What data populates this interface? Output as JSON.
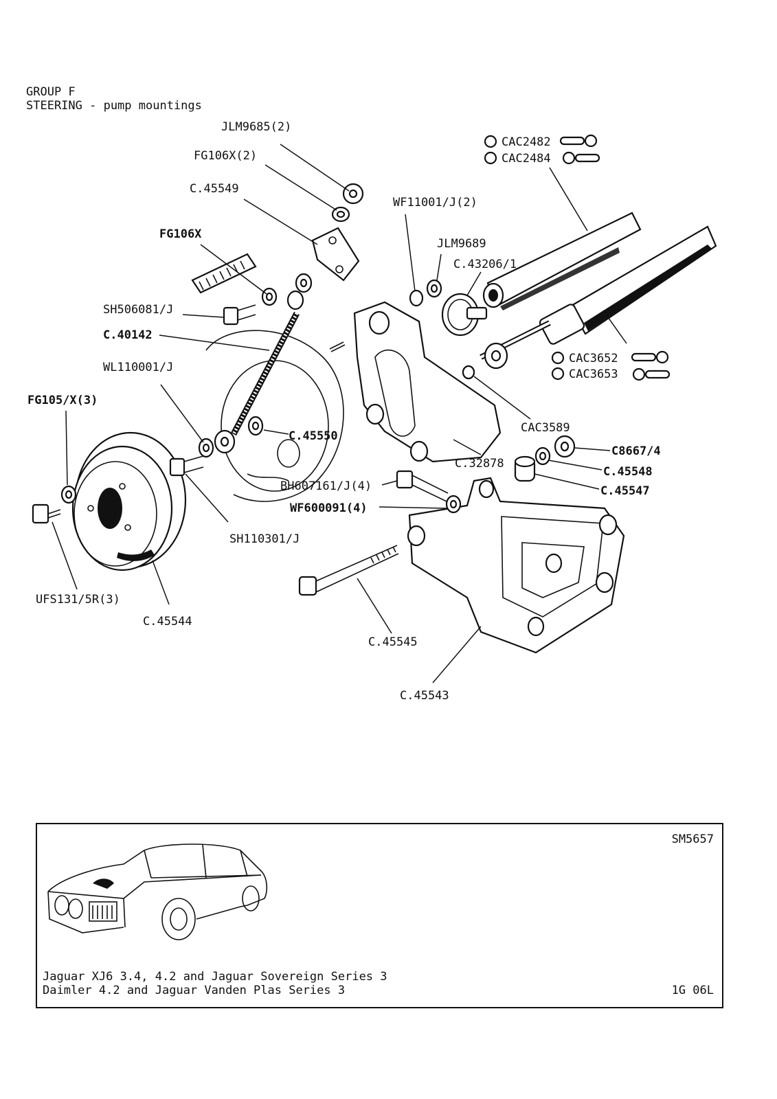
{
  "header": {
    "group": "GROUP F",
    "title": "STEERING - pump mountings"
  },
  "parts": [
    {
      "id": "p1",
      "label": "JLM9685(2)"
    },
    {
      "id": "p2",
      "label": "FG106X(2)"
    },
    {
      "id": "p3",
      "label": "C.45549"
    },
    {
      "id": "p4",
      "label": "FG106X"
    },
    {
      "id": "p5",
      "label": "SH506081/J"
    },
    {
      "id": "p6",
      "label": "C.40142"
    },
    {
      "id": "p7",
      "label": "WL110001/J"
    },
    {
      "id": "p8",
      "label": "FG105/X(3)"
    },
    {
      "id": "p9",
      "label": "C.45550"
    },
    {
      "id": "p10",
      "label": "UFS131/5R(3)"
    },
    {
      "id": "p11",
      "label": "C.45544"
    },
    {
      "id": "p12",
      "label": "SH110301/J"
    },
    {
      "id": "p13",
      "label": "BH607161/J(4)"
    },
    {
      "id": "p14",
      "label": "WF600091(4)"
    },
    {
      "id": "p15",
      "label": "C.45545"
    },
    {
      "id": "p16",
      "label": "C.45543"
    },
    {
      "id": "p17",
      "label": "C.32878"
    },
    {
      "id": "p18",
      "label": "CAC3589"
    },
    {
      "id": "p19",
      "label": "C8667/4"
    },
    {
      "id": "p20",
      "label": "C.45548"
    },
    {
      "id": "p21",
      "label": "C.45547"
    },
    {
      "id": "p22",
      "label": "WF11001/J(2)"
    },
    {
      "id": "p23",
      "label": "JLM9689"
    },
    {
      "id": "p24",
      "label": "C.43206/1"
    },
    {
      "id": "p25",
      "label": "CAC2482"
    },
    {
      "id": "p26",
      "label": "CAC2484"
    },
    {
      "id": "p27",
      "label": "CAC3652"
    },
    {
      "id": "p28",
      "label": "CAC3653"
    }
  ],
  "footer": {
    "ref": "SM5657",
    "line1": "Jaguar XJ6 3.4, 4.2 and Jaguar Sovereign Series 3",
    "line2": "Daimler 4.2 and Jaguar Vanden Plas Series 3",
    "page": "1G 06L"
  }
}
